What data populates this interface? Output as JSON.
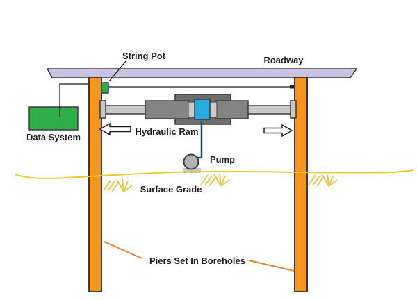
{
  "labels": {
    "string_pot": "String Pot",
    "roadway": "Roadway",
    "data_system": "Data System",
    "hydraulic_ram": "Hydraulic Ram",
    "pump": "Pump",
    "surface_grade": "Surface Grade",
    "piers": "Piers Set In Boreholes"
  },
  "colors": {
    "roadway_fill": "#c9c2e3",
    "pier_fill": "#f7941d",
    "green_fill": "#2eae4a",
    "ram_blue": "#29abe2",
    "cylinder_gray": "#848484",
    "flange_gray": "#6e6e6e",
    "rod_gray": "#c9c9c9",
    "pump_gray": "#b2b2b2",
    "pump_base_gray": "#c8c8c8",
    "pipe_blue": "#1c4966",
    "surface_yellow": "#eec629",
    "hatch_yellow": "#e3c94b",
    "pointer_orange": "#e8822a"
  }
}
